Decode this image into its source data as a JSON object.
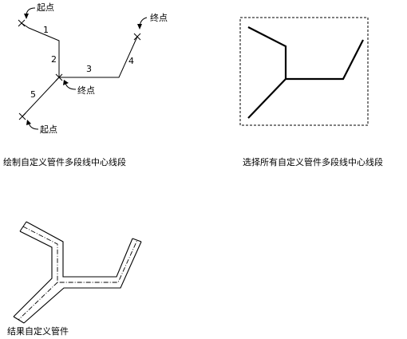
{
  "panel1": {
    "start_top_label": "起点",
    "end_top_label": "终点",
    "middle_end_label": "终点",
    "start_bottom_label": "起点",
    "segment_numbers": [
      "1",
      "2",
      "3",
      "4",
      "5"
    ],
    "caption": "绘制自定义管件多段线中心线段"
  },
  "panel2": {
    "caption": "选择所有自定义管件多段线中心线段"
  },
  "panel3": {
    "caption": "结果自定义管件"
  }
}
